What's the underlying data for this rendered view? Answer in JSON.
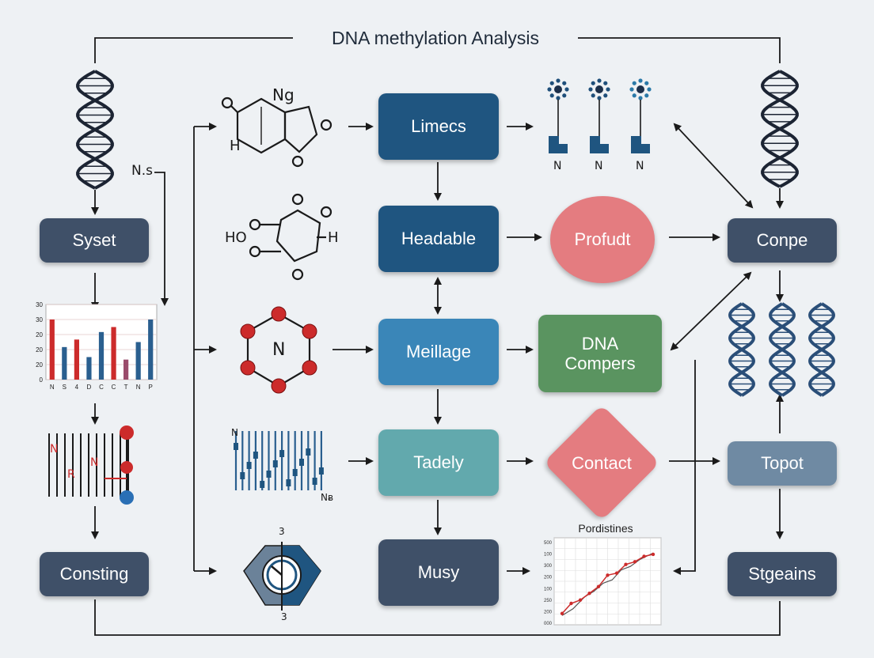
{
  "title": "DNA methylation Analysis",
  "colors": {
    "navy": "#3f5068",
    "dark_blue": "#1f5580",
    "mid_blue": "#3a86b8",
    "teal": "#62a9ad",
    "green": "#5a9460",
    "salmon": "#e47c80",
    "slate": "#6f8aa3",
    "line": "#1a1a1a",
    "red": "#cc2b2b",
    "blue_dot": "#2a6fb5"
  },
  "nodes": {
    "syset": "Syset",
    "consting": "Consting",
    "limecs": "Limecs",
    "headable": "Headable",
    "meillage": "Meillage",
    "tadely": "Tadely",
    "musy": "Musy",
    "profudt": "Profudt",
    "dna_compers": "DNA\nCompers",
    "contact": "Contact",
    "conpe": "Conpe",
    "topot": "Topot",
    "stgeains": "Stgeains"
  },
  "labels": {
    "ns": "N.s",
    "ng": "Ng",
    "h1": "H",
    "ho": "HO",
    "h2": "H",
    "ring_n": "N",
    "bars_n": "N",
    "bars_ng": "Nᴃ",
    "gauge_3": "3",
    "gauge_c": "3",
    "pin_n1": "N",
    "pin_n2": "N",
    "pin_n3": "N",
    "seq_n1": "N",
    "seq_r": "R",
    "seq_n2": "N"
  },
  "left_chart": {
    "yticks": [
      "30",
      "30",
      "20",
      "20",
      "20",
      "0"
    ],
    "xticks": [
      "N",
      "S",
      "4",
      "D",
      "C",
      "C",
      "T",
      "N",
      "P"
    ],
    "values": [
      24,
      13,
      16,
      9,
      19,
      21,
      8,
      15,
      24
    ],
    "colors": [
      "#cc2b2b",
      "#2a5f8f",
      "#cc2b2b",
      "#2a5f8f",
      "#2a5f8f",
      "#cc2b2b",
      "#9a4b6b",
      "#2a5f8f",
      "#2a5f8f"
    ]
  },
  "right_chart": {
    "title": "Pordistines",
    "yticks": [
      "500",
      "100",
      "300",
      "200",
      "100",
      "250",
      "200",
      "000"
    ]
  }
}
